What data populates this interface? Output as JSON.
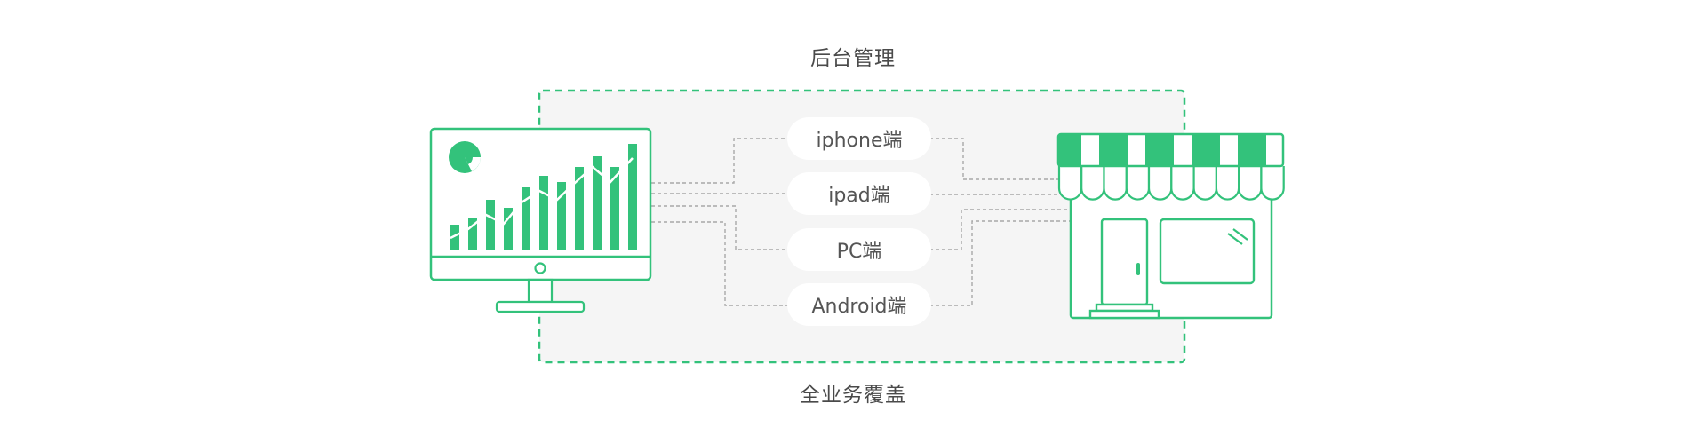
{
  "diagram": {
    "top_label": "后台管理",
    "bottom_label": "全业务覆盖",
    "colors": {
      "accent": "#33c27b",
      "panel": "#f5f5f5",
      "connector": "#a8a8a8",
      "text": "#555555"
    },
    "channels": [
      {
        "label": "iphone端"
      },
      {
        "label": "ipad端"
      },
      {
        "label": "PC端"
      },
      {
        "label": "Android端"
      }
    ],
    "left_node": {
      "icon": "monitor-chart-icon"
    },
    "right_node": {
      "icon": "storefront-icon"
    }
  }
}
